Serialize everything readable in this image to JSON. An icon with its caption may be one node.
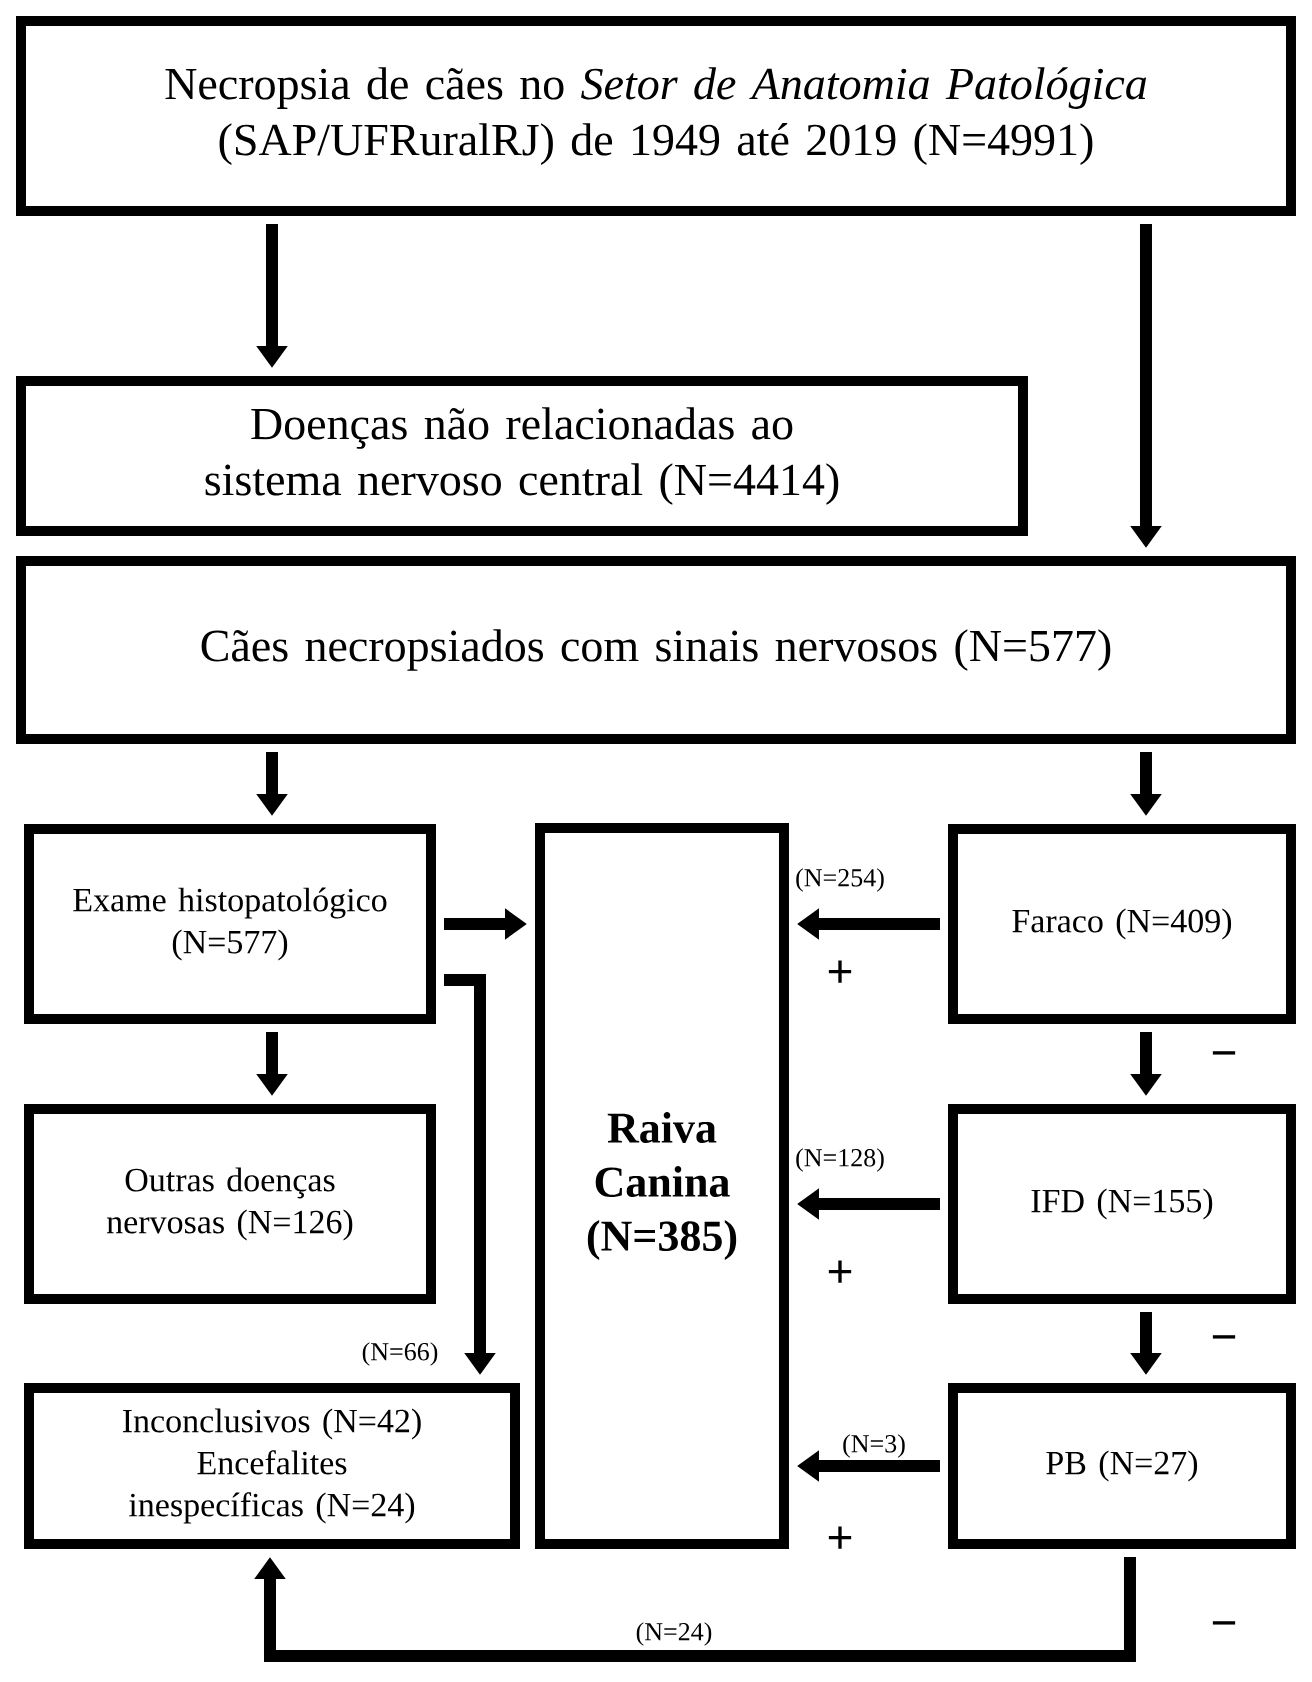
{
  "diagram": {
    "nodes": [
      {
        "text": [
          "Necropsia de cães no *Setor de Anatomia Patológica* (SAP/UFRuralRJ) de 1949 até 2019 (N=4991)"
        ]
      },
      {
        "text": [
          "Doenças não relacionadas ao sistema nervoso central (N=4414)"
        ]
      },
      {
        "text": [
          "Cães necropsiados com sinais nervosos (N=577)"
        ]
      },
      {
        "text": [
          "Exame histopatológico (N=577)"
        ]
      },
      {
        "text": [
          "Raiva Canina (N=385)"
        ]
      },
      {
        "text": [
          "Faraco (N=409)"
        ]
      },
      {
        "text": [
          "Outras doenças nervosas (N=126)"
        ]
      },
      {
        "text": [
          "IFD (N=155)"
        ]
      },
      {
        "text": [
          "Inconclusivos (N=42)",
          "Encefalites inespecíficas (N=24)"
        ]
      },
      {
        "text": [
          "PB (N=27)"
        ]
      }
    ],
    "edges": [
      {
        "from": 0,
        "to": 1,
        "arrow": "to"
      },
      {
        "from": 0,
        "to": 2,
        "arrow": "to"
      },
      {
        "from": 2,
        "to": 3,
        "arrow": "to"
      },
      {
        "from": 2,
        "to": 5,
        "arrow": "to"
      },
      {
        "from": 3,
        "to": 4,
        "arrow": "to"
      },
      {
        "from": 3,
        "to": 6,
        "arrow": "to"
      },
      {
        "from": 3,
        "to": 8,
        "arrow": "to",
        "label": "(N=66)"
      },
      {
        "from": 5,
        "to": 4,
        "arrow": "to",
        "label": "(N=254)"
      },
      {
        "from": 5,
        "to": 7,
        "arrow": "to"
      },
      {
        "from": 7,
        "to": 4,
        "arrow": "to",
        "label": "(N=128)"
      },
      {
        "from": 7,
        "to": 9,
        "arrow": "to"
      },
      {
        "from": 9,
        "to": 4,
        "arrow": "to",
        "label": "(N=3)"
      },
      {
        "from": 9,
        "to": 8,
        "arrow": "to",
        "label": "(N=24)"
      }
    ],
    "labels": [
      "+",
      "−",
      "+",
      "−",
      "+",
      "−"
    ]
  }
}
